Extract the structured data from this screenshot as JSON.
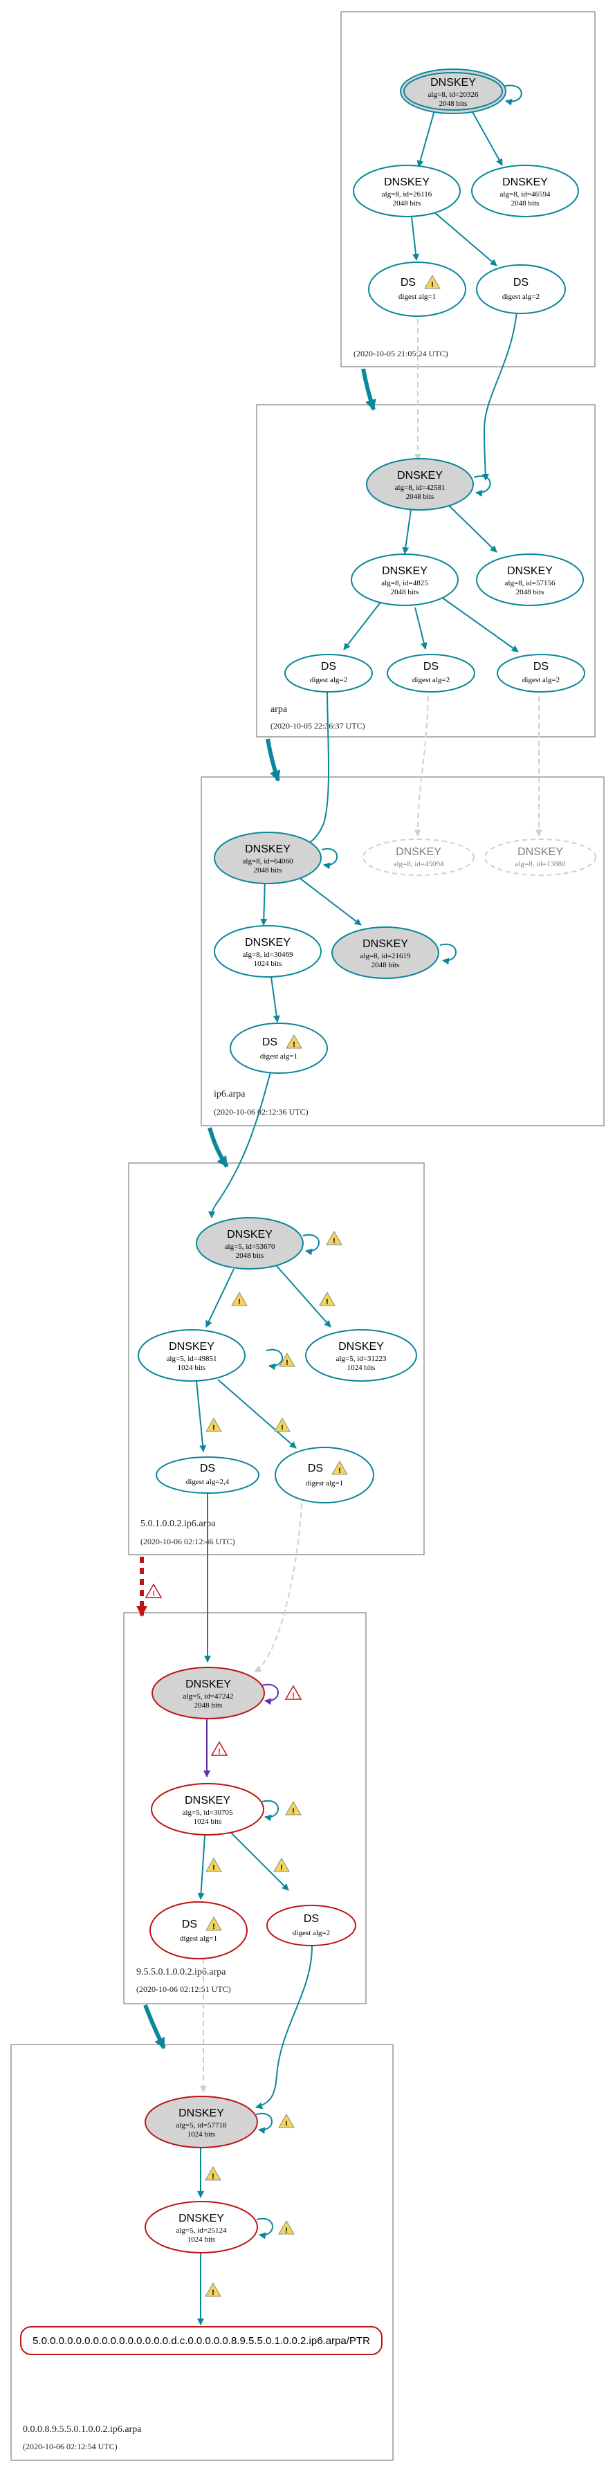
{
  "colors": {
    "teal": "#0a879a",
    "red": "#be1515",
    "purple": "#6131a8",
    "gray_fill": "#d3d3d3",
    "border_gray": "#7f7f7f",
    "dashed_gray": "#cfcfcf",
    "warning_fill": "#f4d55b"
  },
  "zones": [
    {
      "id": "root",
      "label": "",
      "time": "(2020-10-05 21:05:24 UTC)"
    },
    {
      "id": "arpa",
      "label": "arpa",
      "time": "(2020-10-05 22:36:37 UTC)"
    },
    {
      "id": "ip6",
      "label": "ip6.arpa",
      "time": "(2020-10-06 02:12:36 UTC)"
    },
    {
      "id": "z5",
      "label": "5.0.1.0.0.2.ip6.arpa",
      "time": "(2020-10-06 02:12:46 UTC)"
    },
    {
      "id": "z9",
      "label": "9.5.5.0.1.0.0.2.ip6.arpa",
      "time": "(2020-10-06 02:12:51 UTC)"
    },
    {
      "id": "z0",
      "label": "0.0.0.8.9.5.5.0.1.0.0.2.ip6.arpa",
      "time": "(2020-10-06 02:12:54 UTC)"
    }
  ],
  "nodes": [
    {
      "id": "root_ksk",
      "title": "DNSKEY",
      "line1": "alg=8, id=20326",
      "line2": "2048 bits"
    },
    {
      "id": "root_zsk1",
      "title": "DNSKEY",
      "line1": "alg=8, id=26116",
      "line2": "2048 bits"
    },
    {
      "id": "root_zsk2",
      "title": "DNSKEY",
      "line1": "alg=8, id=46594",
      "line2": "2048 bits"
    },
    {
      "id": "root_ds1",
      "title": "DS",
      "line1": "digest alg=1",
      "line2": ""
    },
    {
      "id": "root_ds2",
      "title": "DS",
      "line1": "digest alg=2",
      "line2": ""
    },
    {
      "id": "arpa_ksk",
      "title": "DNSKEY",
      "line1": "alg=8, id=42581",
      "line2": "2048 bits"
    },
    {
      "id": "arpa_zsk1",
      "title": "DNSKEY",
      "line1": "alg=8, id=4825",
      "line2": "2048 bits"
    },
    {
      "id": "arpa_zsk2",
      "title": "DNSKEY",
      "line1": "alg=8, id=57156",
      "line2": "2048 bits"
    },
    {
      "id": "arpa_ds1",
      "title": "DS",
      "line1": "digest alg=2",
      "line2": ""
    },
    {
      "id": "arpa_ds2",
      "title": "DS",
      "line1": "digest alg=2",
      "line2": ""
    },
    {
      "id": "arpa_ds3",
      "title": "DS",
      "line1": "digest alg=2",
      "line2": ""
    },
    {
      "id": "ip6_ksk",
      "title": "DNSKEY",
      "line1": "alg=8, id=64060",
      "line2": "2048 bits"
    },
    {
      "id": "ip6_missing1",
      "title": "DNSKEY",
      "line1": "alg=8, id=45094",
      "line2": ""
    },
    {
      "id": "ip6_missing2",
      "title": "DNSKEY",
      "line1": "alg=8, id=13880",
      "line2": ""
    },
    {
      "id": "ip6_zsk",
      "title": "DNSKEY",
      "line1": "alg=8, id=30469",
      "line2": "1024 bits"
    },
    {
      "id": "ip6_ksk2",
      "title": "DNSKEY",
      "line1": "alg=8, id=21619",
      "line2": "2048 bits"
    },
    {
      "id": "ip6_ds",
      "title": "DS",
      "line1": "digest alg=1",
      "line2": ""
    },
    {
      "id": "z5_ksk",
      "title": "DNSKEY",
      "line1": "alg=5, id=53670",
      "line2": "2048 bits"
    },
    {
      "id": "z5_zsk1",
      "title": "DNSKEY",
      "line1": "alg=5, id=49851",
      "line2": "1024 bits"
    },
    {
      "id": "z5_zsk2",
      "title": "DNSKEY",
      "line1": "alg=5, id=31223",
      "line2": "1024 bits"
    },
    {
      "id": "z5_ds1",
      "title": "DS",
      "line1": "digest alg=2,4",
      "line2": ""
    },
    {
      "id": "z5_ds2",
      "title": "DS",
      "line1": "digest alg=1",
      "line2": ""
    },
    {
      "id": "z9_ksk",
      "title": "DNSKEY",
      "line1": "alg=5, id=47242",
      "line2": "2048 bits"
    },
    {
      "id": "z9_zsk",
      "title": "DNSKEY",
      "line1": "alg=5, id=30705",
      "line2": "1024 bits"
    },
    {
      "id": "z9_ds1",
      "title": "DS",
      "line1": "digest alg=1",
      "line2": ""
    },
    {
      "id": "z9_ds2",
      "title": "DS",
      "line1": "digest alg=2",
      "line2": ""
    },
    {
      "id": "z0_ksk",
      "title": "DNSKEY",
      "line1": "alg=5, id=57718",
      "line2": "1024 bits"
    },
    {
      "id": "z0_zsk",
      "title": "DNSKEY",
      "line1": "alg=5, id=25124",
      "line2": "1024 bits"
    },
    {
      "id": "z0_ptr",
      "title": "5.0.0.0.0.0.0.0.0.0.0.0.0.0.0.0.d.c.0.0.0.0.0.8.9.5.5.0.1.0.0.2.ip6.arpa/PTR",
      "line1": "",
      "line2": ""
    }
  ]
}
